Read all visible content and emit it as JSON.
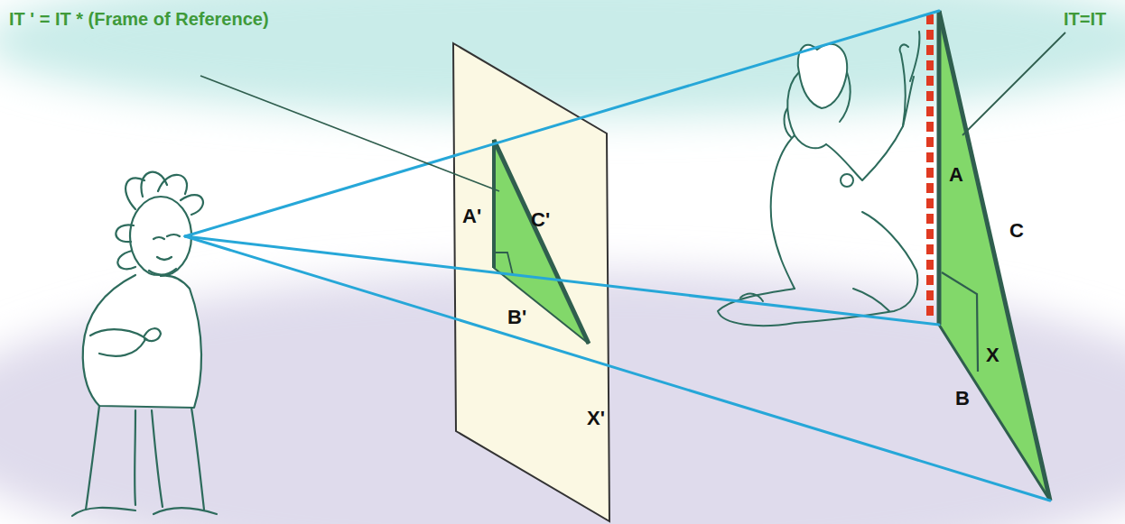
{
  "diagram": {
    "labels": [
      "IT ' = IT * (Frame of Reference)",
      "IT=IT",
      "A'",
      "C'",
      "B'",
      "X'",
      "A",
      "C",
      "X",
      "B"
    ]
  }
}
